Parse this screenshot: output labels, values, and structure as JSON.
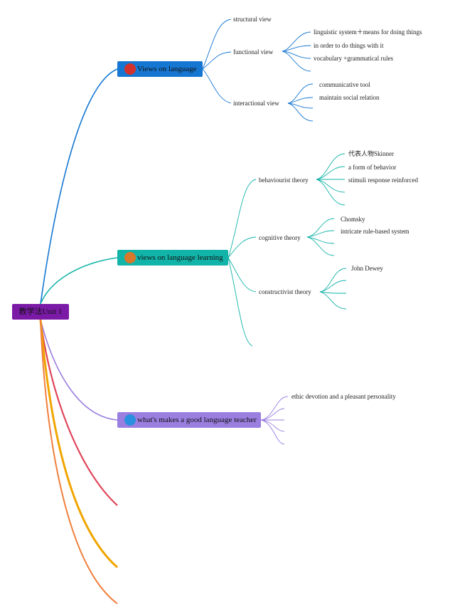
{
  "root": {
    "label": "教学法Unit 1",
    "color": "#7a1aa6"
  },
  "branches": [
    {
      "id": "views-on-language",
      "label": "Views on language",
      "color": "#1677d2",
      "dot_color": "#d2322d",
      "children": [
        {
          "label": "structural view",
          "children": []
        },
        {
          "label": "functional view",
          "children": [
            {
              "label": "linguistic system＋means for doing things"
            },
            {
              "label": "in order to do things with it"
            },
            {
              "label": "vocabulary +grammatical rules"
            },
            {
              "label": ""
            }
          ]
        },
        {
          "label": "interactional view",
          "children": [
            {
              "label": "communicative tool"
            },
            {
              "label": "maintain social relation"
            },
            {
              "label": ""
            },
            {
              "label": ""
            }
          ]
        }
      ]
    },
    {
      "id": "views-on-language-learning",
      "label": "views on language learning",
      "color": "#12b3a8",
      "dot_color": "#d9772b",
      "children": [
        {
          "label": "behaviourist theory",
          "children": [
            {
              "label": "代表人物Skinner"
            },
            {
              "label": "a form of behavior"
            },
            {
              "label": "stimuli response reinforced"
            },
            {
              "label": ""
            },
            {
              "label": ""
            }
          ]
        },
        {
          "label": "cognitive theory",
          "children": [
            {
              "label": "Chomsky"
            },
            {
              "label": "intricate rule-based system"
            },
            {
              "label": ""
            },
            {
              "label": ""
            }
          ]
        },
        {
          "label": "constructivist theory",
          "children": [
            {
              "label": "John Dewey"
            },
            {
              "label": ""
            },
            {
              "label": ""
            },
            {
              "label": ""
            }
          ]
        },
        {
          "label": "",
          "children": []
        }
      ]
    },
    {
      "id": "good-language-teacher",
      "label": "what's makes a good language teacher",
      "color": "#9b7fe0",
      "dot_color": "#2b8fe0",
      "children": [
        {
          "label": "ethic devotion and a pleasant personality",
          "children": []
        },
        {
          "label": "",
          "children": []
        },
        {
          "label": "",
          "children": []
        },
        {
          "label": "",
          "children": []
        },
        {
          "label": "",
          "children": []
        }
      ]
    }
  ],
  "extra_branch_colors": [
    "#e0455a",
    "#f0a500",
    "#f07f3c"
  ]
}
